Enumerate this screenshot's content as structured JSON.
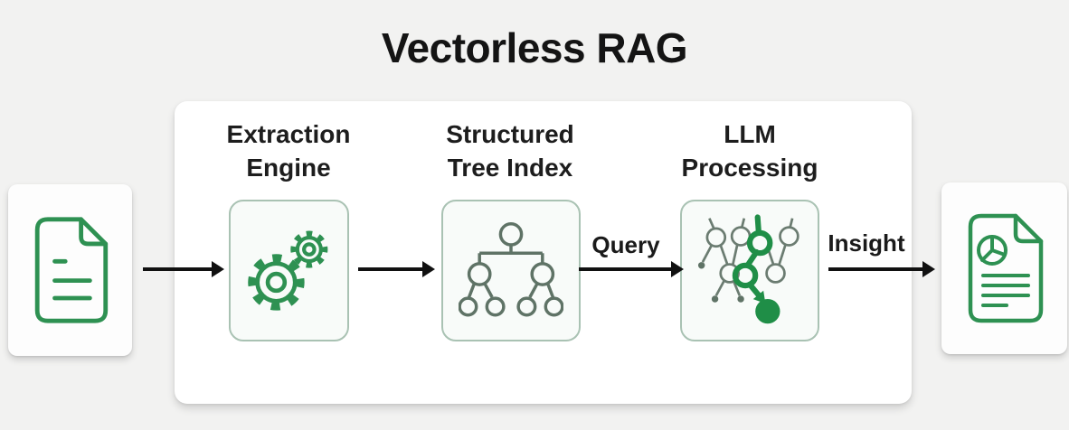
{
  "title": "Vectorless RAG",
  "colors": {
    "background": "#f2f2f1",
    "panel": "#ffffff",
    "accent_green": "#2e9152",
    "highlight_green": "#1f8e47",
    "node_gray": "#5f7366",
    "box_border": "#a9c2b3",
    "box_fill": "#f8fbf9",
    "arrow_black": "#111111",
    "text": "#1d1d1d"
  },
  "pipeline": {
    "stages": [
      {
        "label": "Extraction\nEngine",
        "icon": "gears-icon"
      },
      {
        "label": "Structured\nTree Index",
        "icon": "tree-index-icon"
      },
      {
        "label": "LLM\nProcessing",
        "icon": "tree-traversal-icon"
      }
    ],
    "flow_labels": {
      "query": "Query",
      "insight": "Insight"
    }
  },
  "input": {
    "icon": "document-icon"
  },
  "output": {
    "icon": "report-document-icon"
  }
}
